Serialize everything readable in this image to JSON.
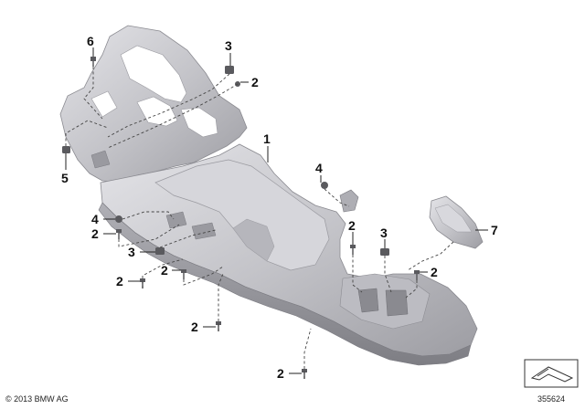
{
  "callouts": {
    "c6": "6",
    "c3_top": "3",
    "c2_top": "2",
    "c1": "1",
    "c5": "5",
    "c4_right": "4",
    "c4_left": "4",
    "c2_left": "2",
    "c3_left": "3",
    "c2_mid_right": "2",
    "c3_right": "3",
    "c7": "7",
    "c2_lower_left": "2",
    "c2_center": "2",
    "c2_right": "2",
    "c2_bottom_center": "2",
    "c2_bottom": "2"
  },
  "footer": {
    "copyright": "© 2013 BMW AG",
    "diagram_number": "355624"
  },
  "icons": {
    "corner_symbol": "reference-arrow-icon"
  },
  "colors": {
    "part_fill": "#c8c8cc",
    "part_shadow": "#8e8e94",
    "part_highlight": "#e6e6ea",
    "hardware": "#5a5a5e"
  }
}
